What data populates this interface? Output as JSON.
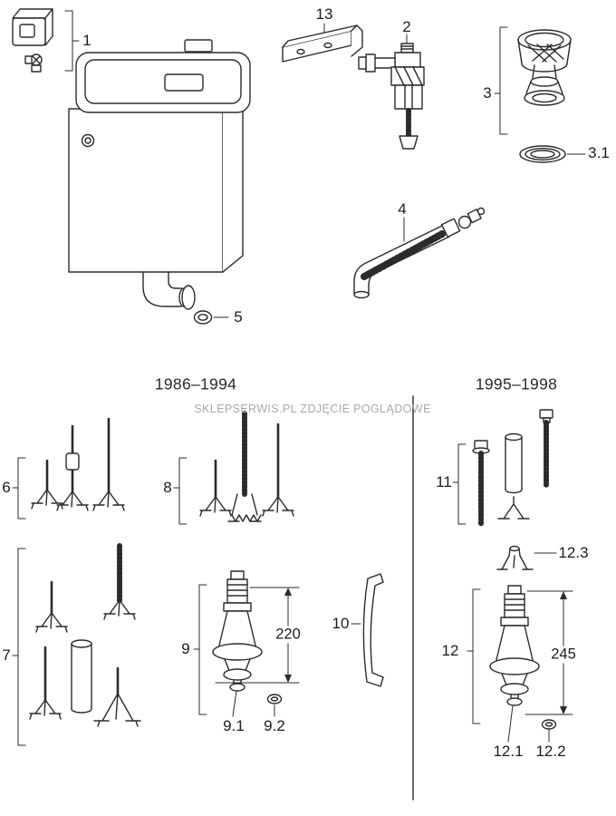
{
  "colors": {
    "line": "#2b2b2b",
    "watermark": "#a9a9a9"
  },
  "watermark": {
    "text": "SKLEPSERWIS.PL ZDJĘCIE POGLĄDOWE"
  },
  "sections": {
    "left_era": "1986–1994",
    "right_era": "1995–1998"
  },
  "part_labels": {
    "p1": "1",
    "p2": "2",
    "p3": "3",
    "p3_1": "3.1",
    "p4": "4",
    "p5": "5",
    "p6": "6",
    "p7": "7",
    "p8": "8",
    "p9": "9",
    "p9_1": "9.1",
    "p9_2": "9.2",
    "p10": "10",
    "p11": "11",
    "p12": "12",
    "p12_1": "12.1",
    "p12_2": "12.2",
    "p12_3": "12.3",
    "p13": "13"
  },
  "dimensions": {
    "left_valve_height": "220",
    "right_valve_height": "245"
  }
}
